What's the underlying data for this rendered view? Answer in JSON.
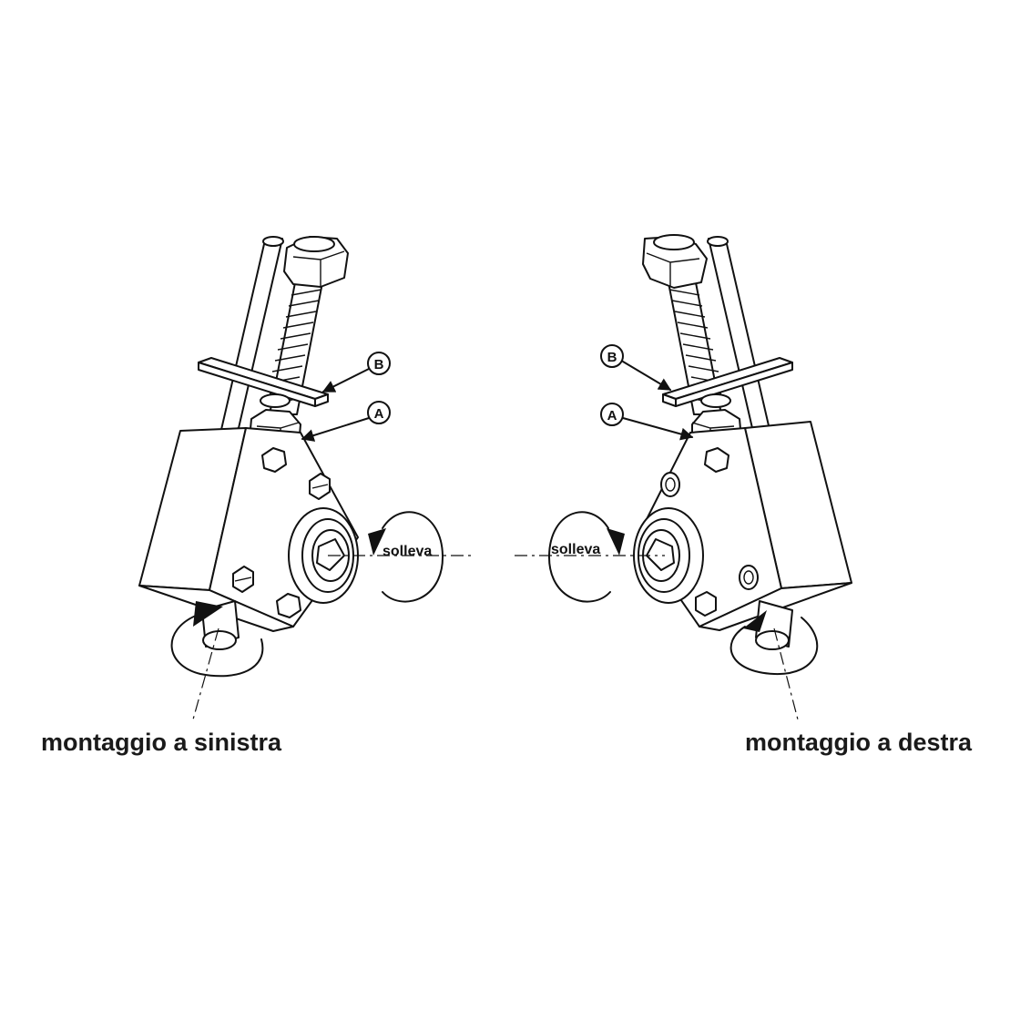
{
  "labels": {
    "part_a": "A",
    "part_b": "B",
    "direction": "solleva"
  },
  "captions": {
    "left": "montaggio a sinistra",
    "right": "montaggio a destra"
  }
}
